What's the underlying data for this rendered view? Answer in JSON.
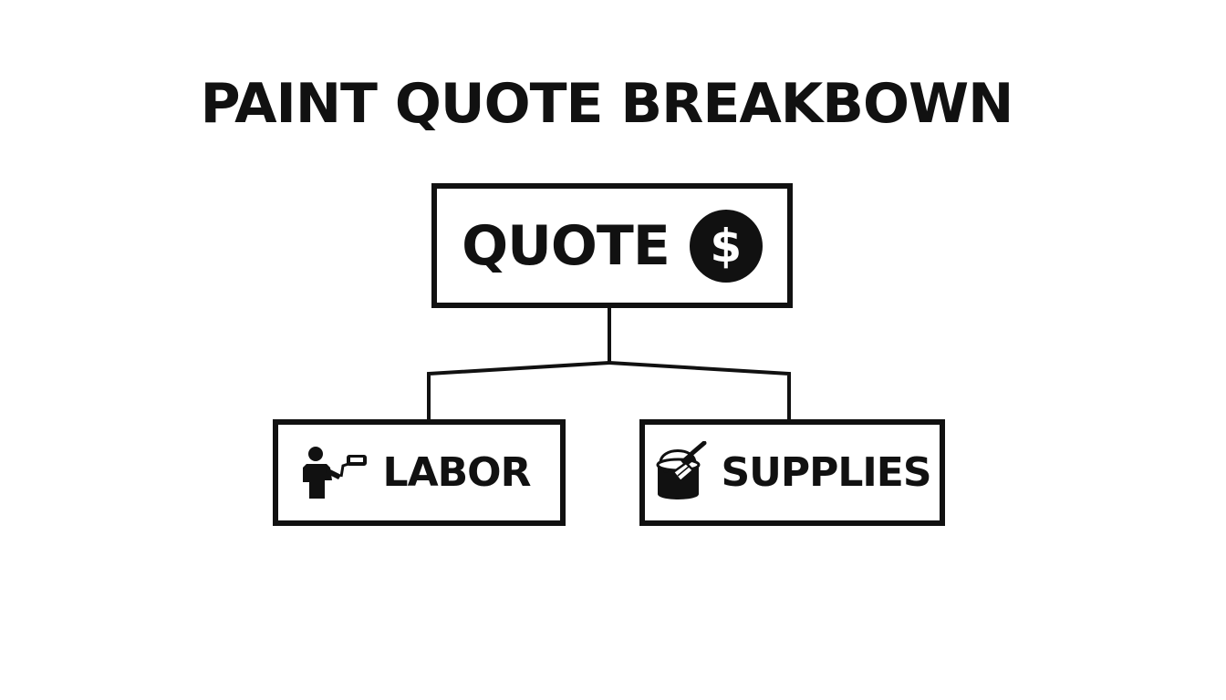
{
  "title": "PAINT QUOTE BREAKBOWN",
  "root": {
    "label": "QUOTE",
    "icon": "dollar-icon",
    "icon_glyph": "$"
  },
  "children": [
    {
      "label": "LABOR",
      "icon": "painter-roller-icon"
    },
    {
      "label": "SUPPLIES",
      "icon": "paint-can-brush-icon"
    }
  ],
  "colors": {
    "ink": "#111111",
    "background": "#ffffff"
  }
}
